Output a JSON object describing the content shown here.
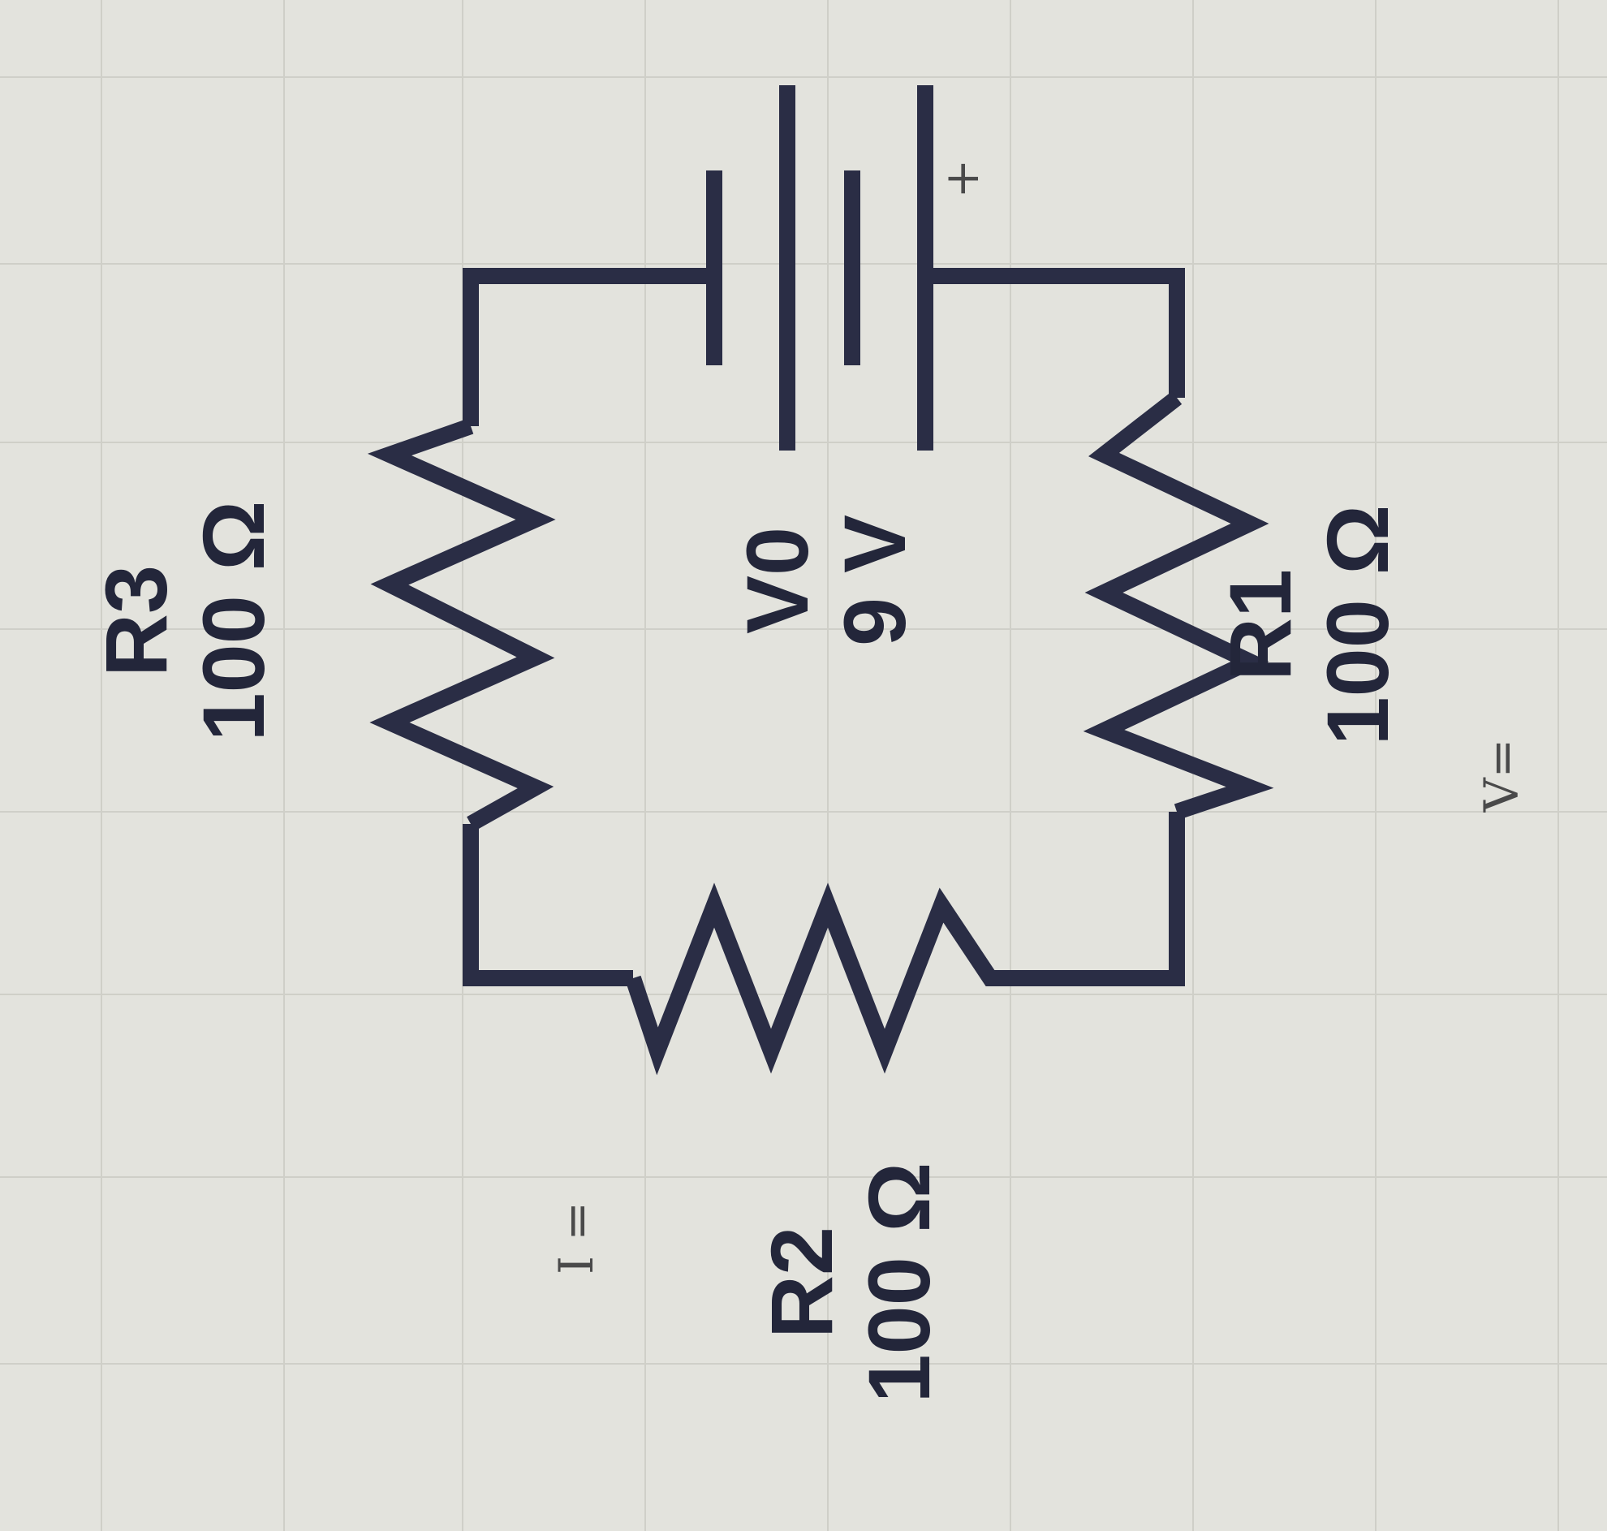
{
  "components": {
    "r1": {
      "name": "R1",
      "value": "100 Ω"
    },
    "r2": {
      "name": "R2",
      "value": "100 Ω"
    },
    "r3": {
      "name": "R3",
      "value": "100 Ω"
    },
    "v0": {
      "name": "V0",
      "value": "9 V"
    }
  },
  "polarity": {
    "plus": "+"
  },
  "handwritten": {
    "voltage": "V=",
    "current": "I ="
  },
  "colors": {
    "paper": "#e3e3dd",
    "ink": "#2a2d45",
    "grid": "#cfcfc8"
  }
}
